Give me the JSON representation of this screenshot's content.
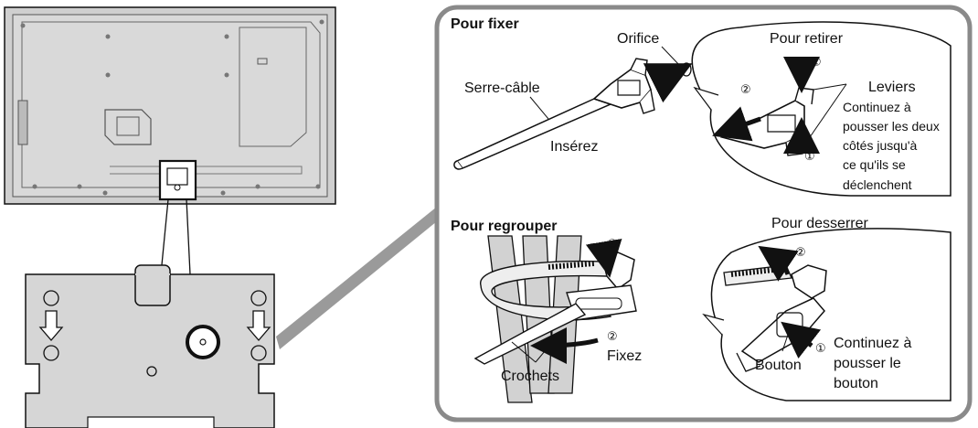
{
  "fix": {
    "title": "Pour fixer",
    "orifice": "Orifice",
    "cable_tie": "Serre-câble",
    "insert": "Insérez"
  },
  "remove": {
    "title": "Pour retirer",
    "step1": "①",
    "step2": "②",
    "levers": "Leviers",
    "note_line1": "Continuez à",
    "note_line2": "pousser les deux",
    "note_line3": "côtés jusqu'à",
    "note_line4": "ce qu'ils se",
    "note_line5": "déclenchent"
  },
  "bundle": {
    "title": "Pour regrouper",
    "step1": "①",
    "step2": "②",
    "hooks": "Crochets",
    "fasten": "Fixez"
  },
  "loosen": {
    "title": "Pour desserrer",
    "step1": "①",
    "step2": "②",
    "button": "Bouton",
    "note_line1": "Continuez à",
    "note_line2": "pousser le",
    "note_line3": "bouton"
  },
  "colors": {
    "panel_gray": "#c8c8c8",
    "frame_gray": "#8a8a8a",
    "outline": "#111111",
    "band_gray": "#d2d2d2"
  }
}
